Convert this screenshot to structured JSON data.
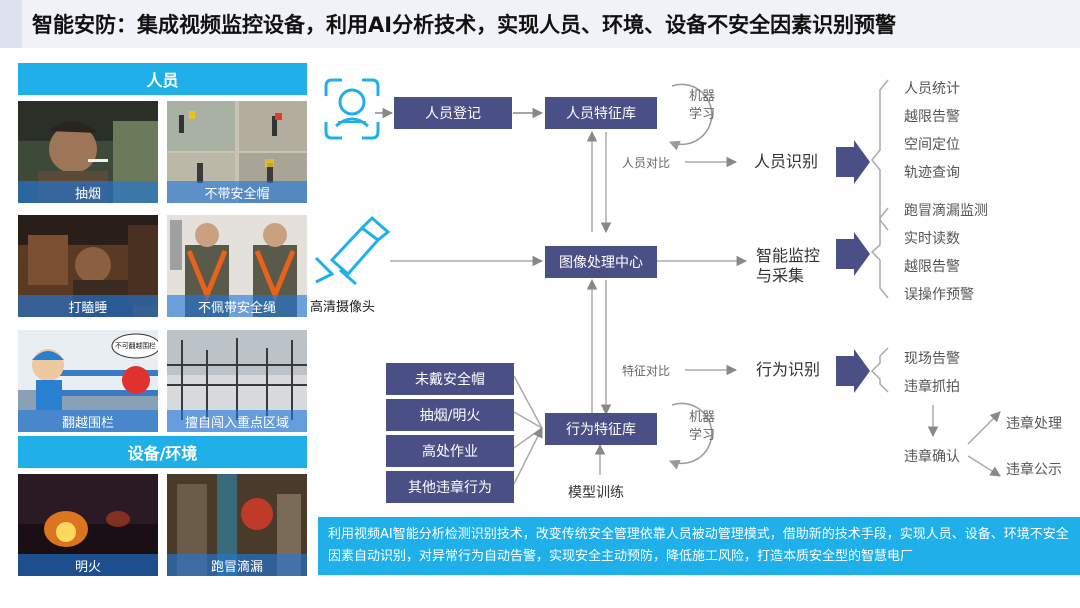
{
  "title": "智能安防：集成视频监控设备，利用AI分析技术，实现人员、环境、设备不安全因素识别预警",
  "left_panel": {
    "personnel_header": "人员",
    "personnel_photos": [
      "抽烟",
      "不带安全帽",
      "打瞌睡",
      "不佩带安全绳",
      "翻越围栏",
      "擅自闯入重点区域"
    ],
    "fence_sign": "不可翻越围栏",
    "equipment_header": "设备/环境",
    "equipment_photos": [
      "明火",
      "跑冒滴漏"
    ]
  },
  "diagram": {
    "camera_label": "高清摄像头",
    "person_register": "人员登记",
    "person_feature_lib": "人员特征库",
    "machine_learning_top": "机器\n学习",
    "person_compare": "人员对比",
    "person_identify": "人员识别",
    "person_outputs": [
      "人员统计",
      "越限告警",
      "空间定位",
      "轨迹查询"
    ],
    "image_center": "图像处理中心",
    "smart_monitor": "智能监控\n与采集",
    "monitor_outputs": [
      "跑冒滴漏监测",
      "实时读数",
      "越限告警",
      "误操作预警"
    ],
    "feature_compare": "特征对比",
    "behavior_identify": "行为识别",
    "behavior_outputs": [
      "现场告警",
      "违章抓拍"
    ],
    "violation_confirm": "违章确认",
    "violation_actions": [
      "违章处理",
      "违章公示"
    ],
    "behaviors": [
      "未戴安全帽",
      "抽烟/明火",
      "高处作业",
      "其他违章行为"
    ],
    "behavior_feature_lib": "行为特征库",
    "machine_learning_bottom": "机器\n学习",
    "model_training": "模型训练"
  },
  "summary": "利用视频AI智能分析检测识别技术，改变传统安全管理依靠人员被动管理模式，借助新的技术手段，实现人员、设备、环境不安全因素自动识别，对异常行为自动告警，实现安全主动预防，降低施工风险，打造本质安全型的智慧电厂",
  "colors": {
    "accent": "#1fb0ea",
    "box": "#4a4f86",
    "arrow": "#4a4f86"
  }
}
